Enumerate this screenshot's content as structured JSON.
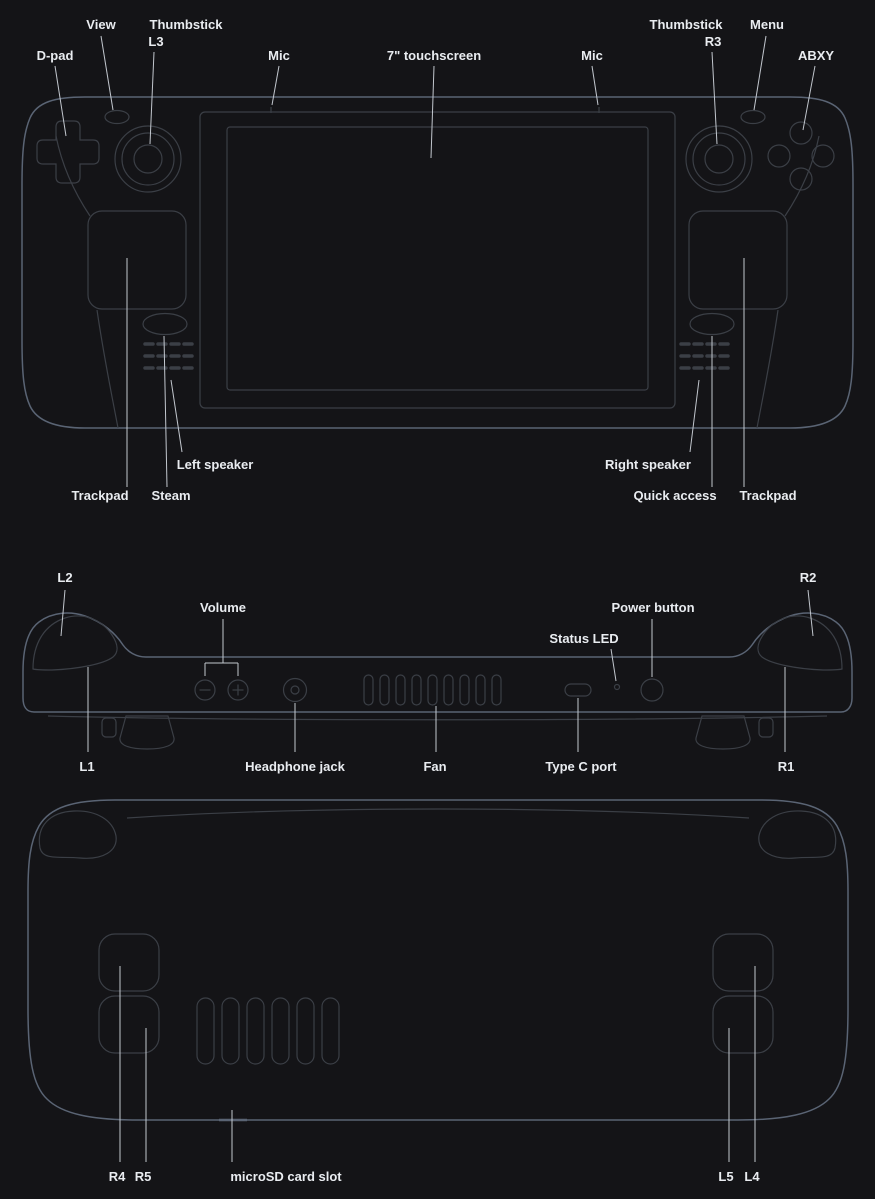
{
  "colors": {
    "background": "#141417",
    "outline_accent": "#5a6474",
    "outline_main": "#3b3f46",
    "leader_line": "#c2c7ce",
    "label_text": "#e9ecf0"
  },
  "front_view": {
    "labels": {
      "view": "View",
      "thumbstick_left_title": "Thumbstick",
      "thumbstick_left_sub": "L3",
      "dpad": "D-pad",
      "mic_left": "Mic",
      "touchscreen": "7\" touchscreen",
      "mic_right": "Mic",
      "thumbstick_right_title": "Thumbstick",
      "thumbstick_right_sub": "R3",
      "menu": "Menu",
      "abxy": "ABXY",
      "left_speaker": "Left speaker",
      "trackpad_left": "Trackpad",
      "steam": "Steam",
      "right_speaker": "Right speaker",
      "quick_access": "Quick access",
      "trackpad_right": "Trackpad"
    }
  },
  "top_view": {
    "labels": {
      "l2": "L2",
      "volume": "Volume",
      "status_led": "Status LED",
      "power_button": "Power button",
      "r2": "R2",
      "l1": "L1",
      "headphone_jack": "Headphone jack",
      "fan": "Fan",
      "type_c_port": "Type C port",
      "r1": "R1"
    }
  },
  "back_view": {
    "labels": {
      "r4": "R4",
      "r5": "R5",
      "microsd": "microSD card slot",
      "l5": "L5",
      "l4": "L4"
    }
  }
}
